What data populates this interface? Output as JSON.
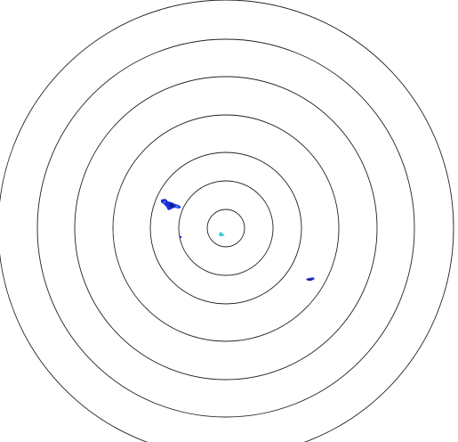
{
  "radar": {
    "background": "#ffffff",
    "ring_color": "#222222",
    "ring_count": 7,
    "center_marker": "cyan-sweep-origin",
    "echoes": [
      {
        "name": "echo-west",
        "intensity": "strong",
        "color": "#1a2fd6"
      },
      {
        "name": "echo-west-fringe",
        "intensity": "light",
        "color": "#3a7bff"
      },
      {
        "name": "echo-east",
        "intensity": "moderate",
        "color": "#1a1fb0"
      },
      {
        "name": "echo-center",
        "intensity": "trace",
        "color": "#29c8d8"
      }
    ]
  }
}
